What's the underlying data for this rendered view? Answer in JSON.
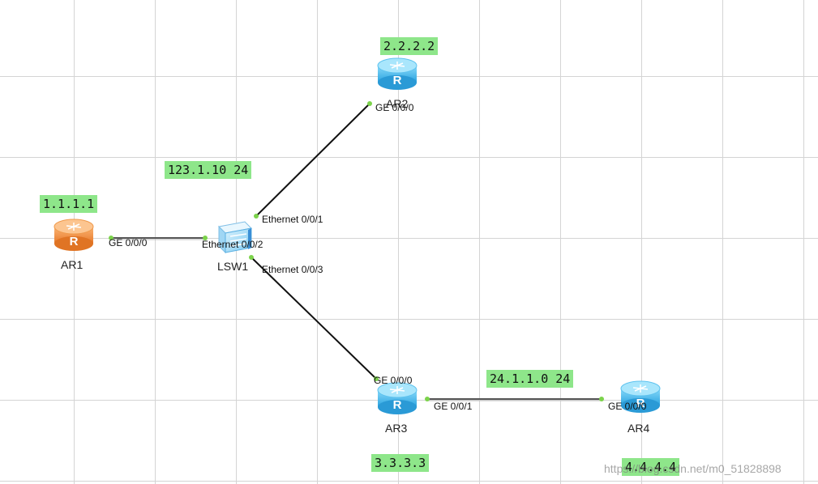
{
  "devices": {
    "ar1": {
      "name": "AR1",
      "loopback": "1.1.1.1",
      "icon": "router-icon",
      "color": "#f5923e"
    },
    "ar2": {
      "name": "AR2",
      "loopback": "2.2.2.2",
      "icon": "router-icon",
      "color": "#39b3ea"
    },
    "ar3": {
      "name": "AR3",
      "loopback": "3.3.3.3",
      "icon": "router-icon",
      "color": "#39b3ea"
    },
    "ar4": {
      "name": "AR4",
      "loopback": "4.4.4.4",
      "icon": "router-icon",
      "color": "#39b3ea"
    },
    "lsw1": {
      "name": "LSW1",
      "icon": "switch-icon",
      "color": "#4aa3e3"
    }
  },
  "networks": {
    "lan": "123.1.10 24",
    "ar3_ar4": "24.1.1.0 24"
  },
  "ports": {
    "ar1_ge000": "GE 0/0/0",
    "lsw1_e002": "Ethernet 0/0/2",
    "lsw1_e001": "Ethernet 0/0/1",
    "lsw1_e003": "Ethernet 0/0/3",
    "ar2_ge000": "GE 0/0/0",
    "ar3_ge000": "GE 0/0/0",
    "ar3_ge001": "GE 0/0/1",
    "ar4_ge000": "GE 0/0/0"
  },
  "watermark": "https://blog.csdn.net/m0_51828898",
  "colors": {
    "label_bg": "#8ee68a",
    "port_dot": "#7cd34b",
    "grid": "#d4d4d4"
  }
}
